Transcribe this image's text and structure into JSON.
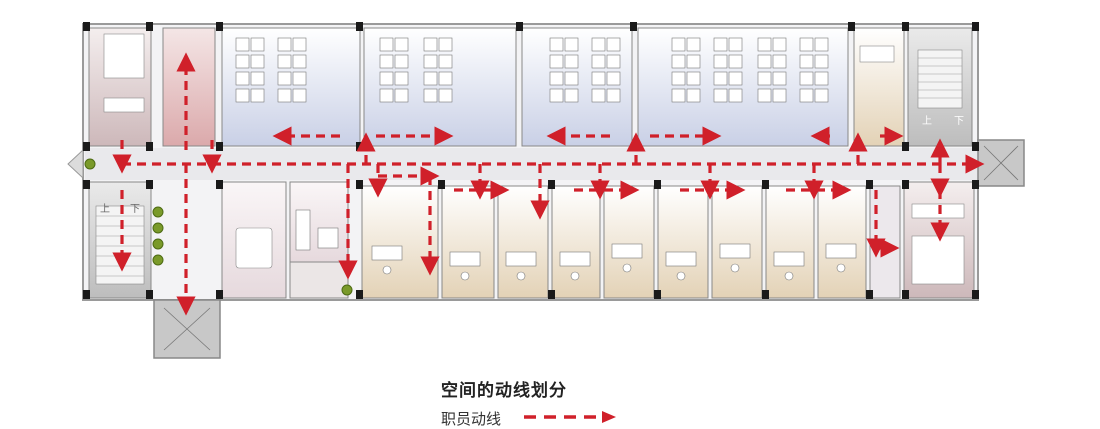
{
  "diagram": {
    "title": "空间的动线划分",
    "legend": [
      {
        "label": "职员动线",
        "color": "#d0202a"
      }
    ],
    "stair_labels": {
      "up": "上",
      "down": "下"
    },
    "colors": {
      "wall": "#b9b9b9",
      "column": "#1a1a1a",
      "corridor": "#e9e9ec",
      "open_office": "#dfe3f0",
      "private_office": "#efe4d2",
      "restroom": "#ddd0d0",
      "core": "#cfcfcf",
      "meeting": "#efe6ea",
      "flow": "#d0202a",
      "plant": "#7a9a2a"
    }
  }
}
